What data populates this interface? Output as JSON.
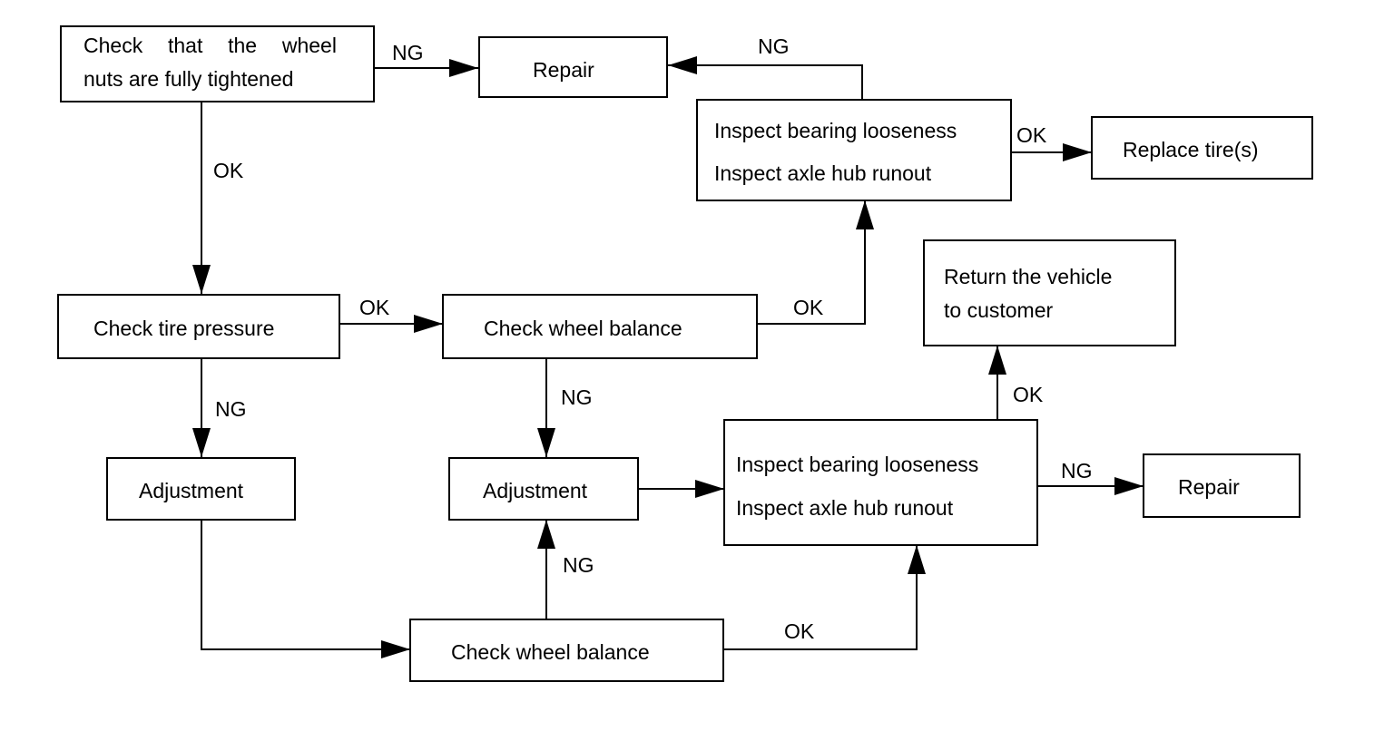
{
  "nodes": {
    "check_nuts": {
      "line1": [
        "Check",
        "that",
        "the",
        "wheel"
      ],
      "line2": "nuts are fully tightened"
    },
    "repair_top": "Repair",
    "inspect_top": {
      "line1": "Inspect bearing looseness",
      "line2": "Inspect axle hub runout"
    },
    "replace_tires": "Replace tire(s)",
    "check_pressure": "Check tire pressure",
    "check_balance_1": "Check wheel balance",
    "return_vehicle": {
      "line1": "Return the vehicle",
      "line2": "to customer"
    },
    "adjustment_1": "Adjustment",
    "adjustment_2": "Adjustment",
    "inspect_bottom": {
      "line1": "Inspect bearing looseness",
      "line2": "Inspect axle hub runout"
    },
    "repair_bottom": "Repair",
    "check_balance_2": "Check wheel balance"
  },
  "edges": {
    "nuts_to_repair": "NG",
    "inspect_top_to_repair": "NG",
    "inspect_top_to_replace": "OK",
    "nuts_to_pressure": "OK",
    "pressure_to_balance": "OK",
    "balance_to_inspect_top": "OK",
    "pressure_to_adjust": "NG",
    "balance_to_adjust": "NG",
    "inspect_bottom_to_return": "OK",
    "inspect_bottom_to_repair": "NG",
    "balance2_to_adjust": "NG",
    "balance2_to_inspect": "OK"
  }
}
